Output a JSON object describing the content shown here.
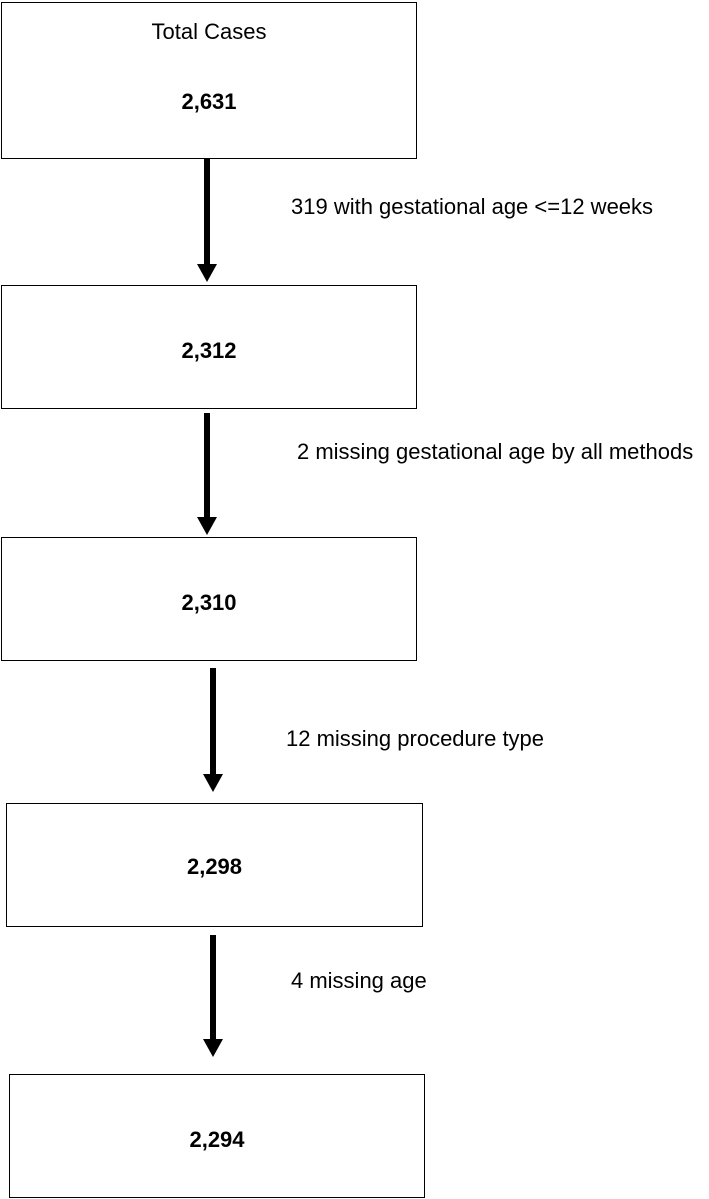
{
  "flowchart": {
    "boxes": [
      {
        "title": "Total Cases",
        "count": "2,631"
      },
      {
        "count": "2,312"
      },
      {
        "count": "2,310"
      },
      {
        "count": "2,298"
      },
      {
        "count": "2,294"
      }
    ],
    "exclusions": [
      {
        "text": "319 with gestational age <=12 weeks"
      },
      {
        "text": "2 missing gestational age by all methods"
      },
      {
        "text": "12 missing procedure type"
      },
      {
        "text": "4 missing age"
      }
    ]
  }
}
